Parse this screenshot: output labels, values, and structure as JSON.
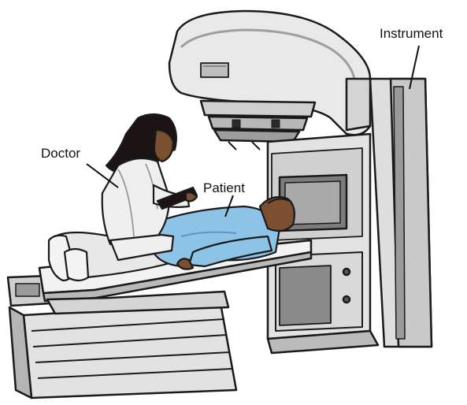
{
  "labels": {
    "instrument": "Instrument",
    "doctor": "Doctor",
    "patient": "Patient"
  },
  "colors": {
    "machine_light": "#e6e6e6",
    "machine_mid": "#c4c4c4",
    "machine_dark": "#8f8f8f",
    "outline": "#1a1a1a",
    "patient_gown": "#8dc3e6",
    "patient_gown_shadow": "#5b97c2",
    "skin": "#7a5030",
    "hair": "#1c1414",
    "doctor_coat": "#efefef",
    "table_top": "#f2f2f2"
  },
  "icons": [
    "linear-accelerator-illustration",
    "doctor-figure",
    "patient-figure",
    "treatment-table"
  ]
}
